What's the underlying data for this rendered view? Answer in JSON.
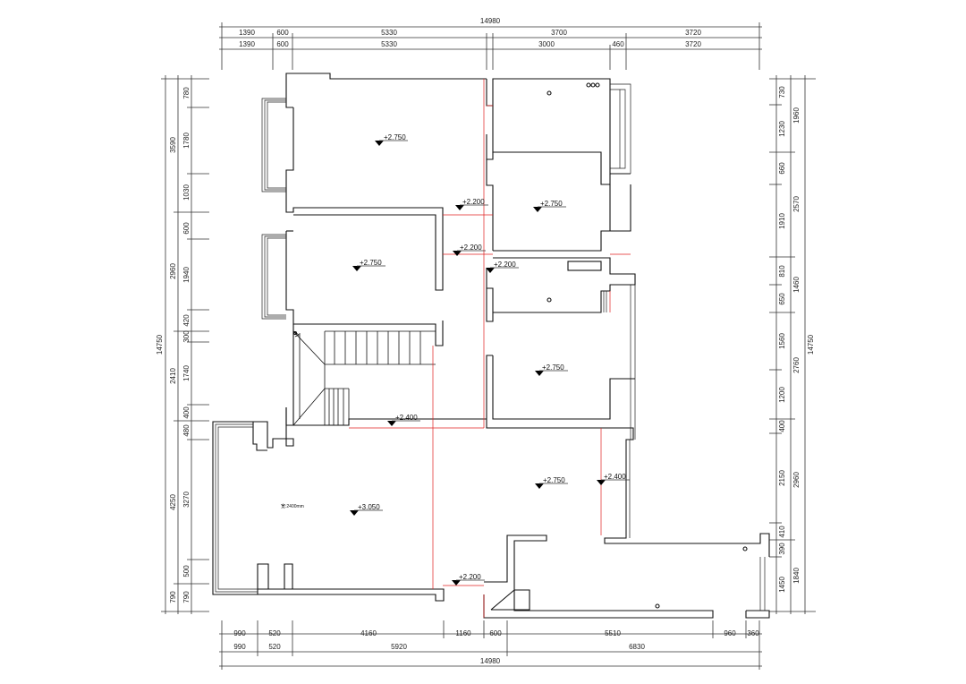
{
  "dimensions": {
    "top_total": "14980",
    "top_row1": [
      "1390",
      "600",
      "5330",
      "3700",
      "3720"
    ],
    "top_row2": [
      "1390",
      "600",
      "5330",
      "3000",
      "460",
      "3720"
    ],
    "bottom_row1": [
      "990",
      "520",
      "4160",
      "1160",
      "600",
      "5510",
      "960",
      "360"
    ],
    "bottom_row2": [
      "990",
      "520",
      "5920",
      "6830"
    ],
    "bottom_total": "14980",
    "left_total": "14750",
    "left_col2": [
      "3590",
      "2960",
      "2410",
      "4250",
      "790"
    ],
    "left_col3": [
      "780",
      "1780",
      "1030",
      "600",
      "1940",
      "420",
      "300",
      "1740",
      "400",
      "480",
      "3270",
      "500",
      "790"
    ],
    "right_total": "14750",
    "right_col2": [
      "1960",
      "2570",
      "1460",
      "2760",
      "2960",
      "1840"
    ],
    "right_col3": [
      "730",
      "1230",
      "660",
      "1910",
      "810",
      "650",
      "1560",
      "1200",
      "400",
      "2150",
      "410",
      "390",
      "1450"
    ]
  },
  "levels": [
    "+2.750",
    "+2.200",
    "+2.750",
    "+2.200",
    "+2.750",
    "+2.200",
    "+2.750",
    "+2.400",
    "+2.750",
    "+2.400",
    "+3.050",
    "+2.200"
  ],
  "note": "宽:2400mm"
}
